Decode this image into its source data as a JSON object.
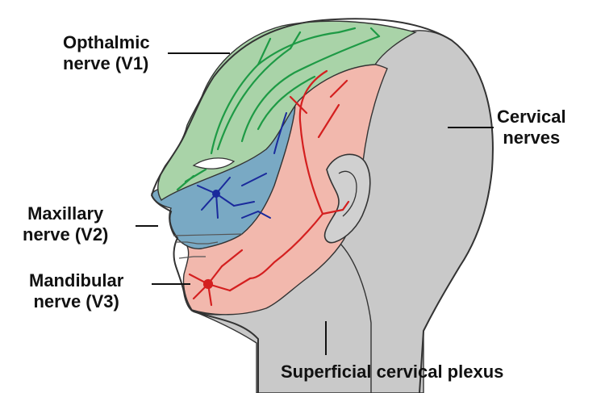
{
  "labels": {
    "v1": {
      "line1": "Opthalmic",
      "line2": "nerve (V1)"
    },
    "v2": {
      "line1": "Maxillary",
      "line2": "nerve (V2)"
    },
    "v3": {
      "line1": "Mandibular",
      "line2": "nerve (V3)"
    },
    "cervical": {
      "line1": "Cervical",
      "line2": "nerves"
    },
    "plexus": "Superficial cervical plexus"
  },
  "colors": {
    "v1_region": "#a9d3a8",
    "v1_nerve": "#1e9a45",
    "v2_region": "#79a9c4",
    "v2_nerve": "#1a2a9c",
    "v3_region": "#f2b8ad",
    "v3_nerve": "#d41f1f",
    "cervical_region": "#c9c9c9",
    "outline": "#333333",
    "leader": "#111111"
  }
}
